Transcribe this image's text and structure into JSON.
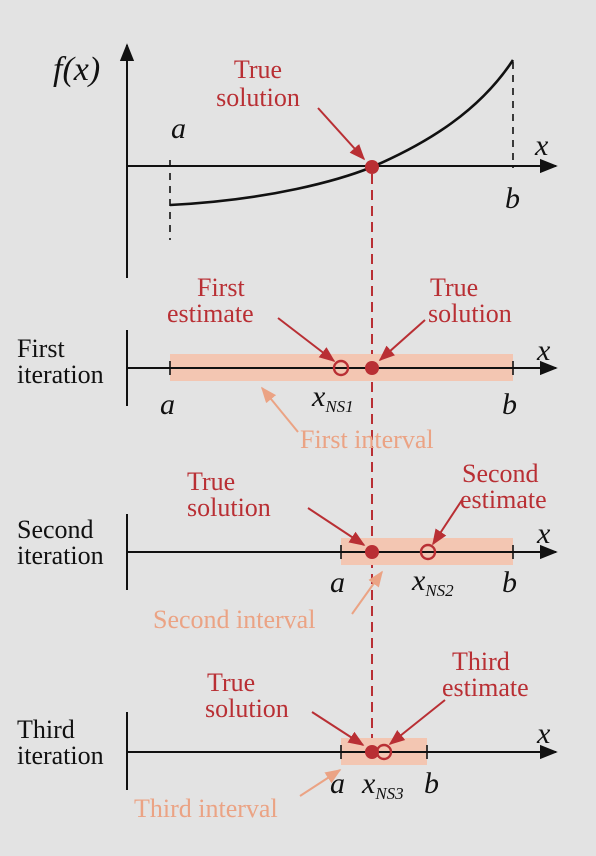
{
  "colors": {
    "background": "#e3e3e3",
    "axis": "#111111",
    "highlight_red": "#b92f34",
    "interval_fill": "#f3c6b2",
    "interval_text": "#eba384"
  },
  "top_plot": {
    "ylabel": "f(x)",
    "xlabel": "x",
    "a_label": "a",
    "b_label": "b",
    "true_solution_line1": "True",
    "true_solution_line2": "solution"
  },
  "iterations": [
    {
      "name_line1": "First",
      "name_line2": "iteration",
      "axis_label": "x",
      "a_label": "a",
      "b_label": "b",
      "estimate_main": "x",
      "estimate_sub": "NS1",
      "estimate_line1": "First",
      "estimate_line2": "estimate",
      "true_line1": "True",
      "true_line2": "solution",
      "interval_label": "First interval"
    },
    {
      "name_line1": "Second",
      "name_line2": "iteration",
      "axis_label": "x",
      "a_label": "a",
      "b_label": "b",
      "estimate_main": "x",
      "estimate_sub": "NS2",
      "estimate_line1": "Second",
      "estimate_line2": "estimate",
      "true_line1": "True",
      "true_line2": "solution",
      "interval_label": "Second interval"
    },
    {
      "name_line1": "Third",
      "name_line2": "iteration",
      "axis_label": "x",
      "a_label": "a",
      "b_label": "b",
      "estimate_main": "x",
      "estimate_sub": "NS3",
      "estimate_line1": "Third",
      "estimate_line2": "estimate",
      "true_line1": "True",
      "true_line2": "solution",
      "interval_label": "Third interval"
    }
  ]
}
